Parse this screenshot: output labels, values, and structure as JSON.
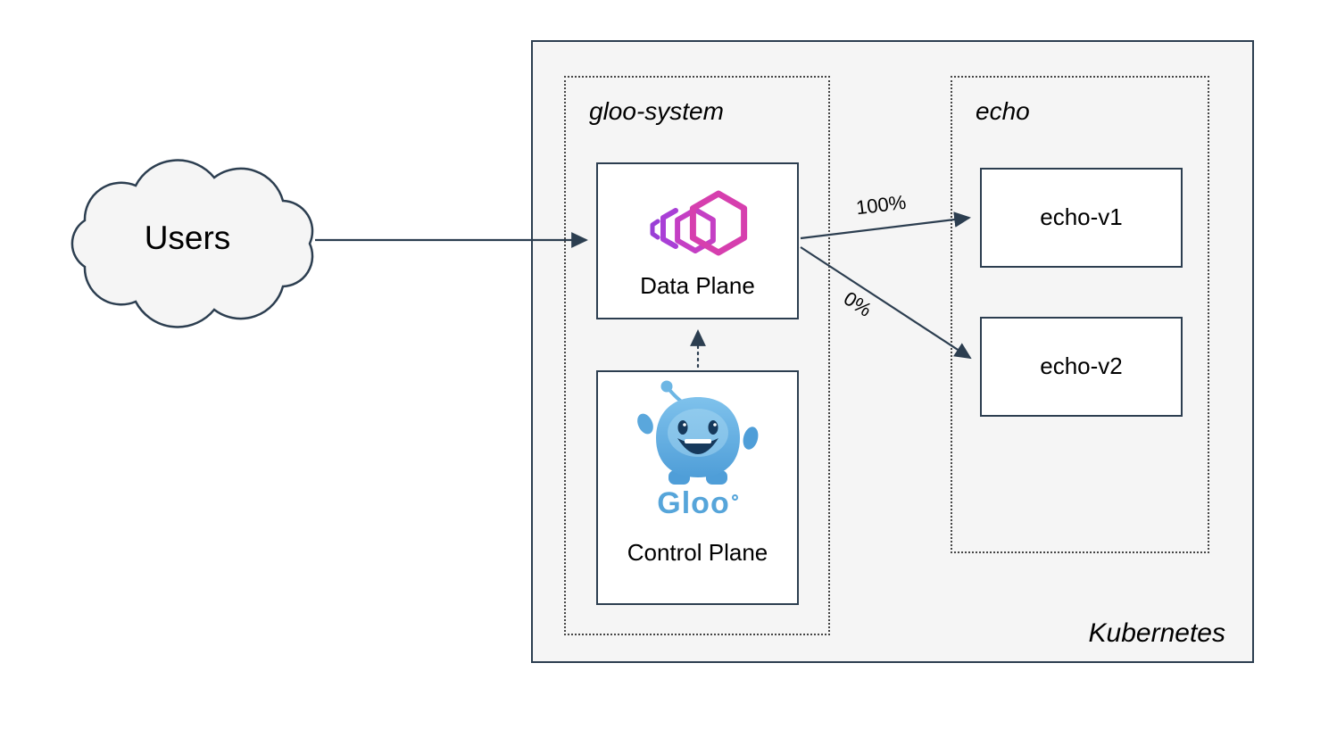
{
  "users": {
    "label": "Users"
  },
  "cluster": {
    "label": "Kubernetes"
  },
  "namespaces": {
    "gloo_system": {
      "label": "gloo-system",
      "data_plane": {
        "label": "Data Plane"
      },
      "control_plane": {
        "label": "Control Plane",
        "wordmark": "Gloo"
      }
    },
    "echo": {
      "label": "echo",
      "services": [
        {
          "label": "echo-v1"
        },
        {
          "label": "echo-v2"
        }
      ]
    }
  },
  "traffic": {
    "to_echo_v1": "100%",
    "to_echo_v2": "0%"
  },
  "colors": {
    "stroke": "#2c3e50",
    "cluster_fill": "#f5f5f5",
    "node_fill": "#ffffff",
    "dotted_border": "#454545",
    "text": "#000000",
    "gloo_pink": "#d63fae",
    "gloo_magenta": "#c43fc4",
    "gloo_purple": "#a03fd6",
    "gloo_blue": "#56a5da",
    "mascot_blue_light": "#7fc2ec",
    "mascot_blue_dark": "#4f9ed8",
    "mascot_navy": "#16395c"
  }
}
